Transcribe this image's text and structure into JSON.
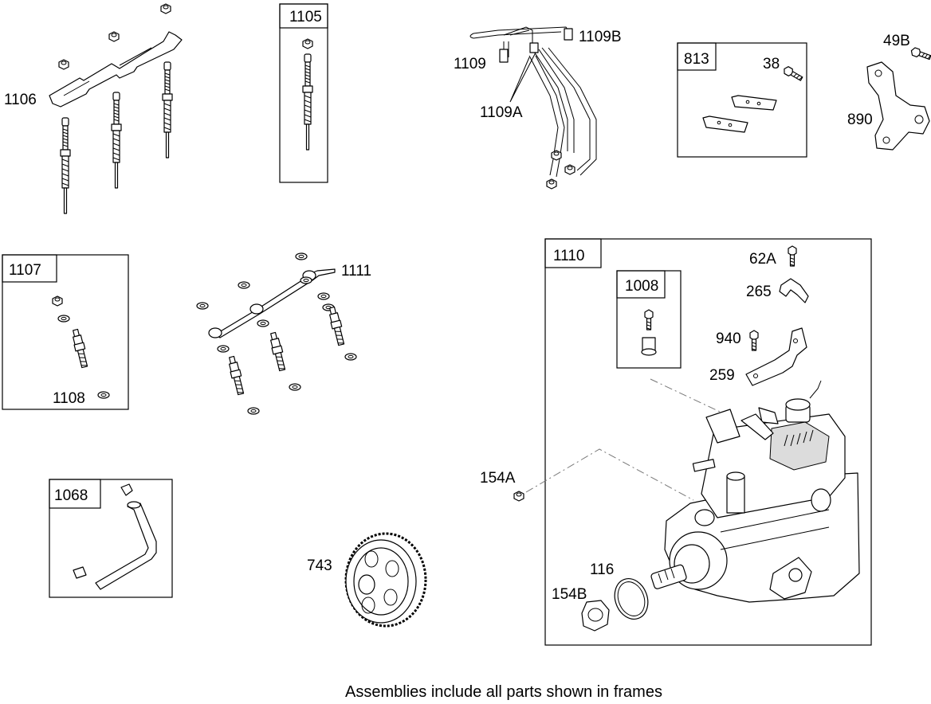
{
  "footer": {
    "note": "Assemblies include all parts shown in frames"
  },
  "frames": {
    "f1105": "1105",
    "f1107": "1107",
    "f813": "813",
    "f1110": "1110",
    "f1008": "1008",
    "f1068": "1068"
  },
  "callouts": {
    "c1106": "1106",
    "c1109": "1109",
    "c1109b": "1109B",
    "c1109a": "1109A",
    "c38": "38",
    "c49b": "49B",
    "c890": "890",
    "c1111": "1111",
    "c1108": "1108",
    "c62a": "62A",
    "c265": "265",
    "c940": "940",
    "c259": "259",
    "c154a": "154A",
    "c743": "743",
    "c116": "116",
    "c154b": "154B"
  }
}
